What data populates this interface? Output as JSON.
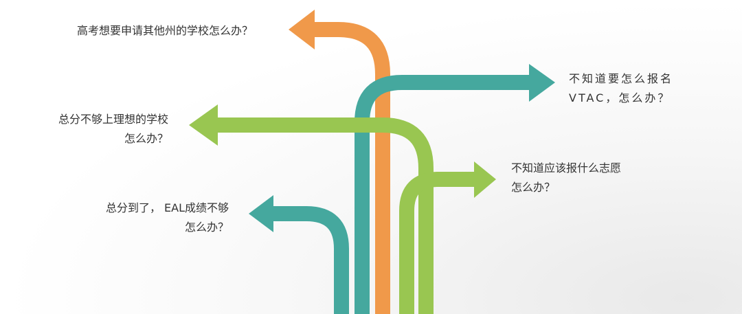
{
  "colors": {
    "orange": "#f0994a",
    "teal": "#45a89e",
    "green": "#99c651",
    "text": "#333333"
  },
  "labels": {
    "orange_top": [
      "高考想要申请其他州的学校怎么办？"
    ],
    "teal_right": [
      "不知道要怎么报名",
      "VTAC，怎么办？"
    ],
    "green_left": [
      "总分不够上理想的学校",
      "怎么办？"
    ],
    "green_right": [
      "不知道应该报什么志愿",
      "怎么办？"
    ],
    "teal_left": [
      "总分到了， EAL成绩不够",
      "怎么办？"
    ]
  }
}
